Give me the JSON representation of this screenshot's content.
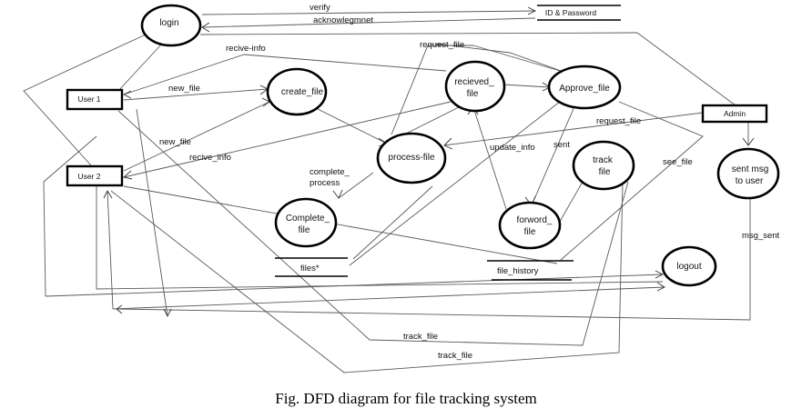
{
  "processes": {
    "login": "login",
    "create_file": "create_file",
    "recieved_file_1": "recieved_",
    "recieved_file_2": "file",
    "approve_file": "Approve_file",
    "process_file": "process-file",
    "track_file_1": "track",
    "track_file_2": "file",
    "sent_msg_1": "sent msg",
    "sent_msg_2": "to user",
    "complete_file_1": "Complete_",
    "complete_file_2": "file",
    "forword_file_1": "forword_",
    "forword_file_2": "file",
    "logout": "logout"
  },
  "entities": {
    "user1": "User 1",
    "user2": "User 2",
    "admin": "Admin"
  },
  "stores": {
    "id_password": "ID & Password",
    "files": "files*",
    "file_history": "file_history"
  },
  "flows": {
    "verify": "verify",
    "acknowlegmnet": "acknowlegmnet",
    "recive_info_1": "recive-info",
    "request_file_1": "request_file",
    "new_file_1": "new_file",
    "new_file_2": "new_file",
    "recive_info_2": "recive_info",
    "request_file_2": "request_file",
    "complete_process_1": "complete_",
    "complete_process_2": "process",
    "update_info": "update_info",
    "sent": "sent",
    "see_file": "see_file",
    "msg_sent": "msg_sent",
    "track_file_1": "track_file",
    "track_file_2": "track_file"
  },
  "caption": "Fig. DFD diagram for file tracking system"
}
